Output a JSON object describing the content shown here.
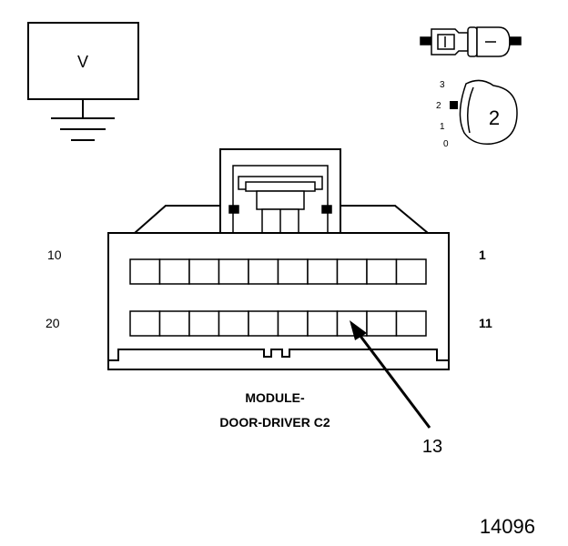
{
  "voltmeter": {
    "label": "V"
  },
  "switch_positions": [
    "3",
    "2",
    "1",
    "0"
  ],
  "switch_setting": "2",
  "connector": {
    "pin_label_top_left": "10",
    "pin_label_top_right": "1",
    "pin_label_bottom_left": "20",
    "pin_label_bottom_right": "11",
    "title_line1": "MODULE-",
    "title_line2": "DOOR-DRIVER C2",
    "callout": "13",
    "top_row_cavities": 10,
    "bottom_row_cavities": 10
  },
  "figure_number": "14096"
}
